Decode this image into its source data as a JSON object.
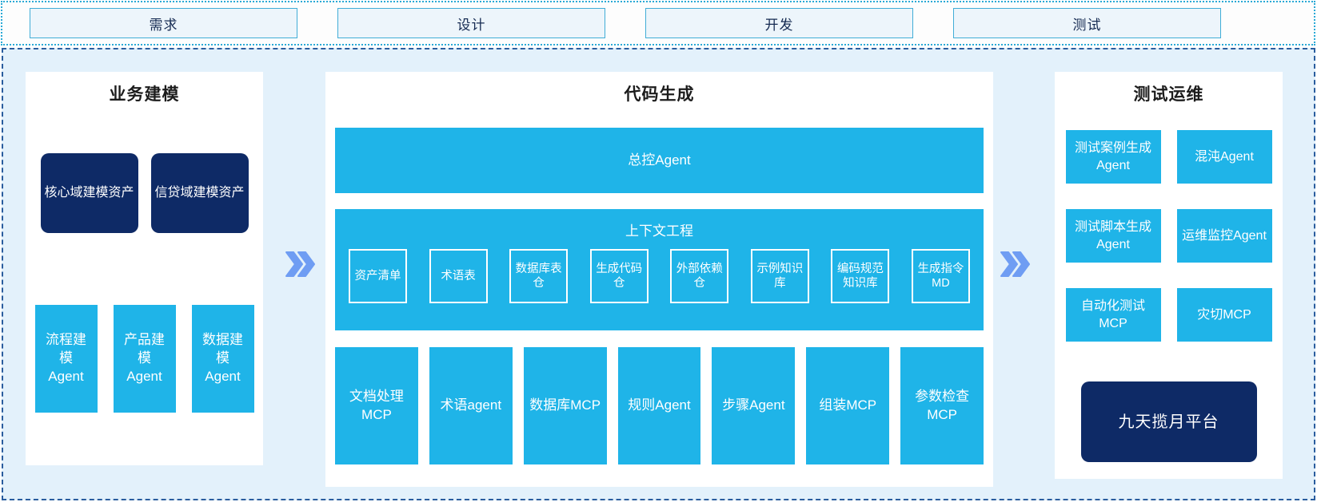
{
  "colors": {
    "accent_cyan": "#1fb4e8",
    "dark_navy": "#0e2a66",
    "section_bg": "#e3f1fb",
    "arrow_blue": "#6f9df3",
    "strip_border": "#29a9d6",
    "main_border": "#2a5d9e"
  },
  "phases": [
    {
      "label": "需求"
    },
    {
      "label": "设计"
    },
    {
      "label": "开发"
    },
    {
      "label": "测试"
    }
  ],
  "modeling": {
    "title": "业务建模",
    "assets": [
      {
        "label": "核心域建模资产"
      },
      {
        "label": "信贷域建模资产"
      }
    ],
    "agents": [
      {
        "label": "流程建模Agent"
      },
      {
        "label": "产品建模Agent"
      },
      {
        "label": "数据建模Agent"
      }
    ]
  },
  "codegen": {
    "title": "代码生成",
    "master_agent": "总控Agent",
    "context": {
      "title": "上下文工程",
      "items": [
        "资产清单",
        "术语表",
        "数据库表仓",
        "生成代码仓",
        "外部依赖仓",
        "示例知识库",
        "编码规范知识库",
        "生成指令MD"
      ]
    },
    "tools": [
      "文档处理MCP",
      "术语agent",
      "数据库MCP",
      "规则Agent",
      "步骤Agent",
      "组装MCP",
      "参数检查MCP"
    ]
  },
  "testops": {
    "title": "测试运维",
    "boxes": [
      "测试案例生成Agent",
      "混沌Agent",
      "测试脚本生成Agent",
      "运维监控Agent",
      "自动化测试MCP",
      "灾切MCP"
    ],
    "platform": "九天揽月平台"
  }
}
